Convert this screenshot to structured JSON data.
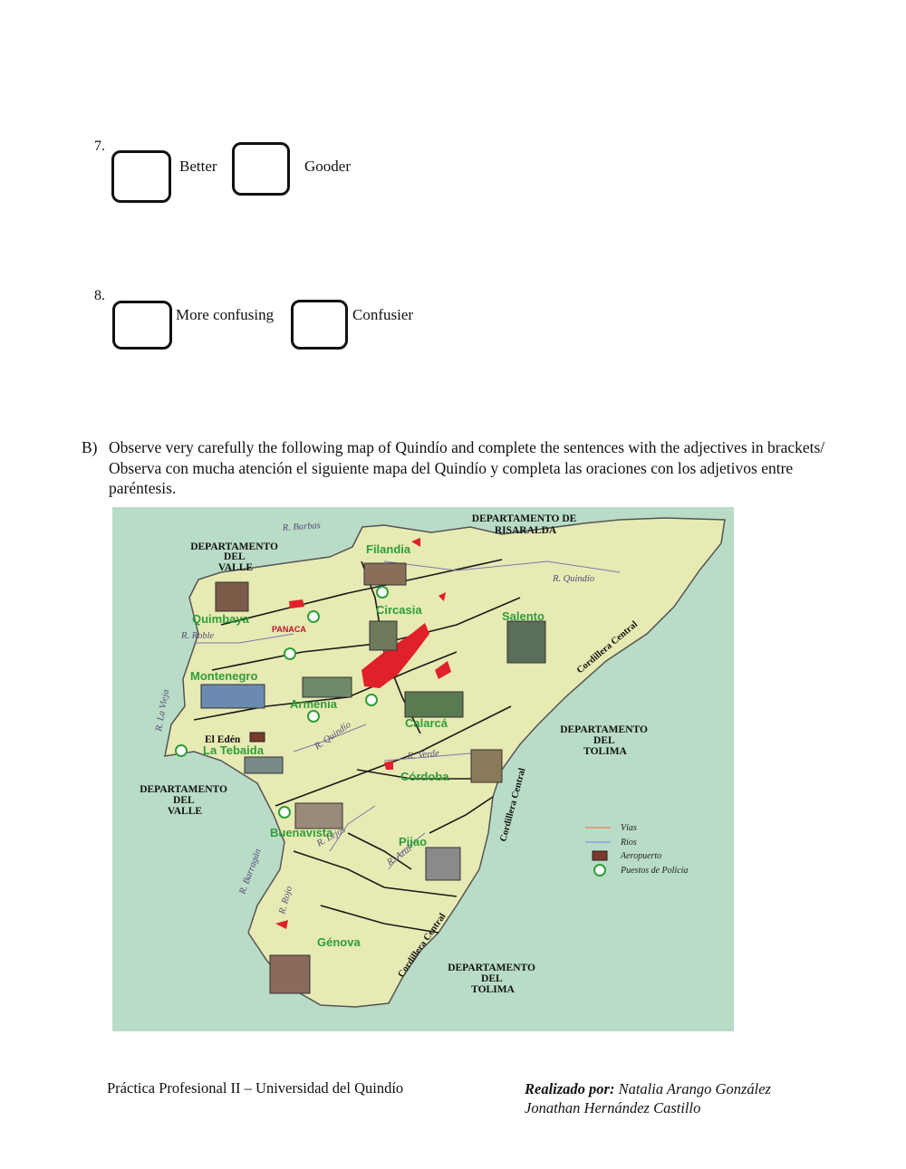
{
  "questions": [
    {
      "number": "7.",
      "options": [
        "Better",
        "Gooder"
      ]
    },
    {
      "number": "8.",
      "options": [
        "More confusing",
        "Confusier"
      ]
    }
  ],
  "instruction": {
    "letter": "B)",
    "text": "Observe very carefully the following map of Quindío and complete the sentences with the adjectives in brackets/ Observa con mucha atención el siguiente mapa del Quindío y completa las oraciones con los adjetivos entre paréntesis."
  },
  "map": {
    "departments": {
      "risaralda": [
        "DEPARTAMENTO DE",
        "RISARALDA"
      ],
      "valle_north": [
        "DEPARTAMENTO",
        "DEL",
        "VALLE"
      ],
      "valle_south": [
        "DEPARTAMENTO",
        "DEL",
        "VALLE"
      ],
      "tolima_east": [
        "DEPARTAMENTO",
        "DEL",
        "TOLIMA"
      ],
      "tolima_south": [
        "DEPARTAMENTO",
        "DEL",
        "TOLIMA"
      ]
    },
    "towns": {
      "filandia": "Filandia",
      "quimbaya": "Quimbaya",
      "circasia": "Circasia",
      "salento": "Salento",
      "montenegro": "Montenegro",
      "armenia": "Armenia",
      "calarca": "Calarcá",
      "la_tebaida": "La Tebaida",
      "el_eden": "El Edén",
      "cordoba": "Córdoba",
      "buenavista": "Buenavista",
      "pijao": "Pijao",
      "genova": "Génova"
    },
    "rivers": {
      "barbas": "R. Barbas",
      "quindio_n": "R. Quindío",
      "roble": "R. Roble",
      "la_vieja": "R. La Vieja",
      "quindio_s": "R. Quindío",
      "verde": "R. Verde",
      "lejos": "R. Lejos",
      "azul": "R. Azul",
      "barragan": "R. Barragán",
      "rojo": "R. Rojo"
    },
    "cordillera": "Cordillera Central",
    "park_label": "PANACA",
    "legend": [
      "Vías",
      "Ríos",
      "Aeropuerto",
      "Puestos de Policía"
    ],
    "colors": {
      "land": "#e7eab3",
      "sea": "#b9dcc7",
      "urban": "#e0202a",
      "town": "#2e9e3a",
      "road": "#f08a6a",
      "river": "#8aa0d8"
    }
  },
  "footer": {
    "left": "Práctica Profesional II – Universidad del Quindío",
    "right_label": "Realizado por:",
    "author1": "Natalia Arango González",
    "author2": "Jonathan Hernández Castillo"
  }
}
